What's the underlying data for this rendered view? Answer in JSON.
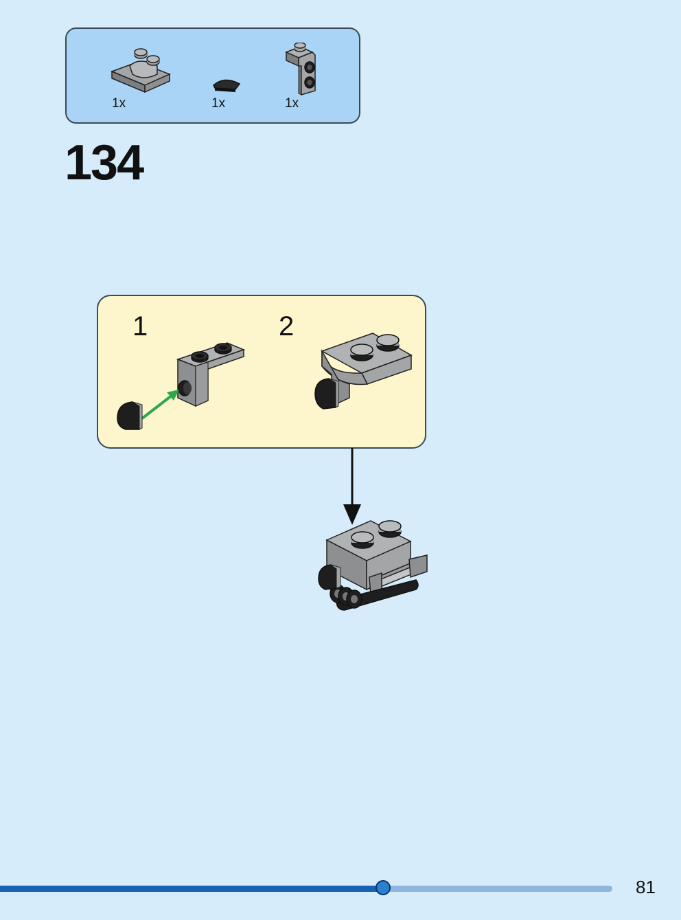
{
  "parts_list": {
    "items": [
      {
        "quantity": "1x",
        "icon": "curved-plate-2x2-icon"
      },
      {
        "quantity": "1x",
        "icon": "black-quarter-tile-icon"
      },
      {
        "quantity": "1x",
        "icon": "bracket-with-studs-icon"
      }
    ]
  },
  "step": {
    "number": "134"
  },
  "substeps": [
    {
      "number": "1"
    },
    {
      "number": "2"
    }
  ],
  "colors": {
    "page_bg": "#d6ecfb",
    "parts_box_bg": "#a9d4f5",
    "substep_box_bg": "#fdf5cc",
    "brick_gray": "#a3a5a6",
    "brick_black": "#1e1e1e",
    "arrow_green": "#2aa84a",
    "progress_fill": "#1762b3",
    "progress_track": "#8fb6e0"
  },
  "progress": {
    "fraction": 0.625
  },
  "page": {
    "number": "81"
  }
}
